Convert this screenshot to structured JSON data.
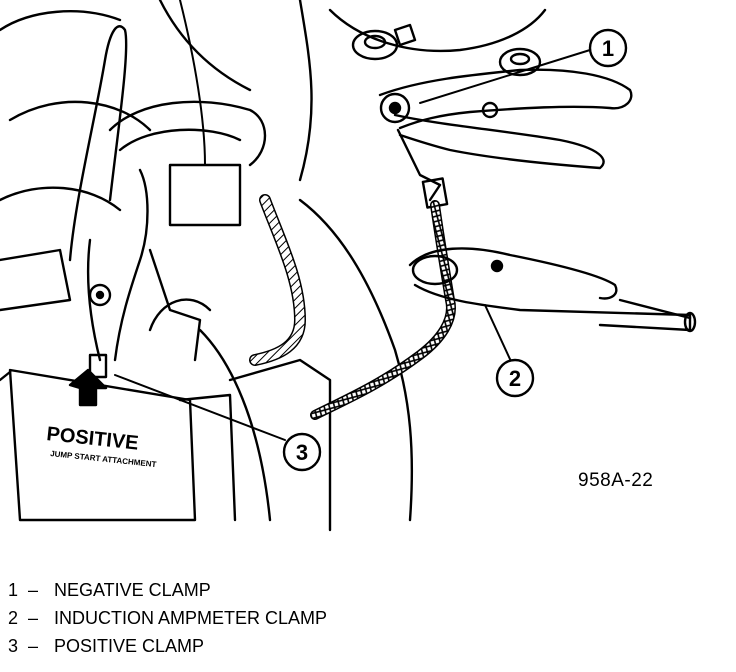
{
  "figure": {
    "id_label": "958A-22",
    "callouts": [
      "1",
      "2",
      "3"
    ],
    "stamp": {
      "word": "POSITIVE",
      "caption": "JUMP START ATTACHMENT"
    }
  },
  "legend": {
    "separator": "–",
    "items": [
      {
        "num": "1",
        "label": "NEGATIVE CLAMP"
      },
      {
        "num": "2",
        "label": "INDUCTION AMPMETER CLAMP"
      },
      {
        "num": "3",
        "label": "POSITIVE CLAMP"
      }
    ]
  }
}
